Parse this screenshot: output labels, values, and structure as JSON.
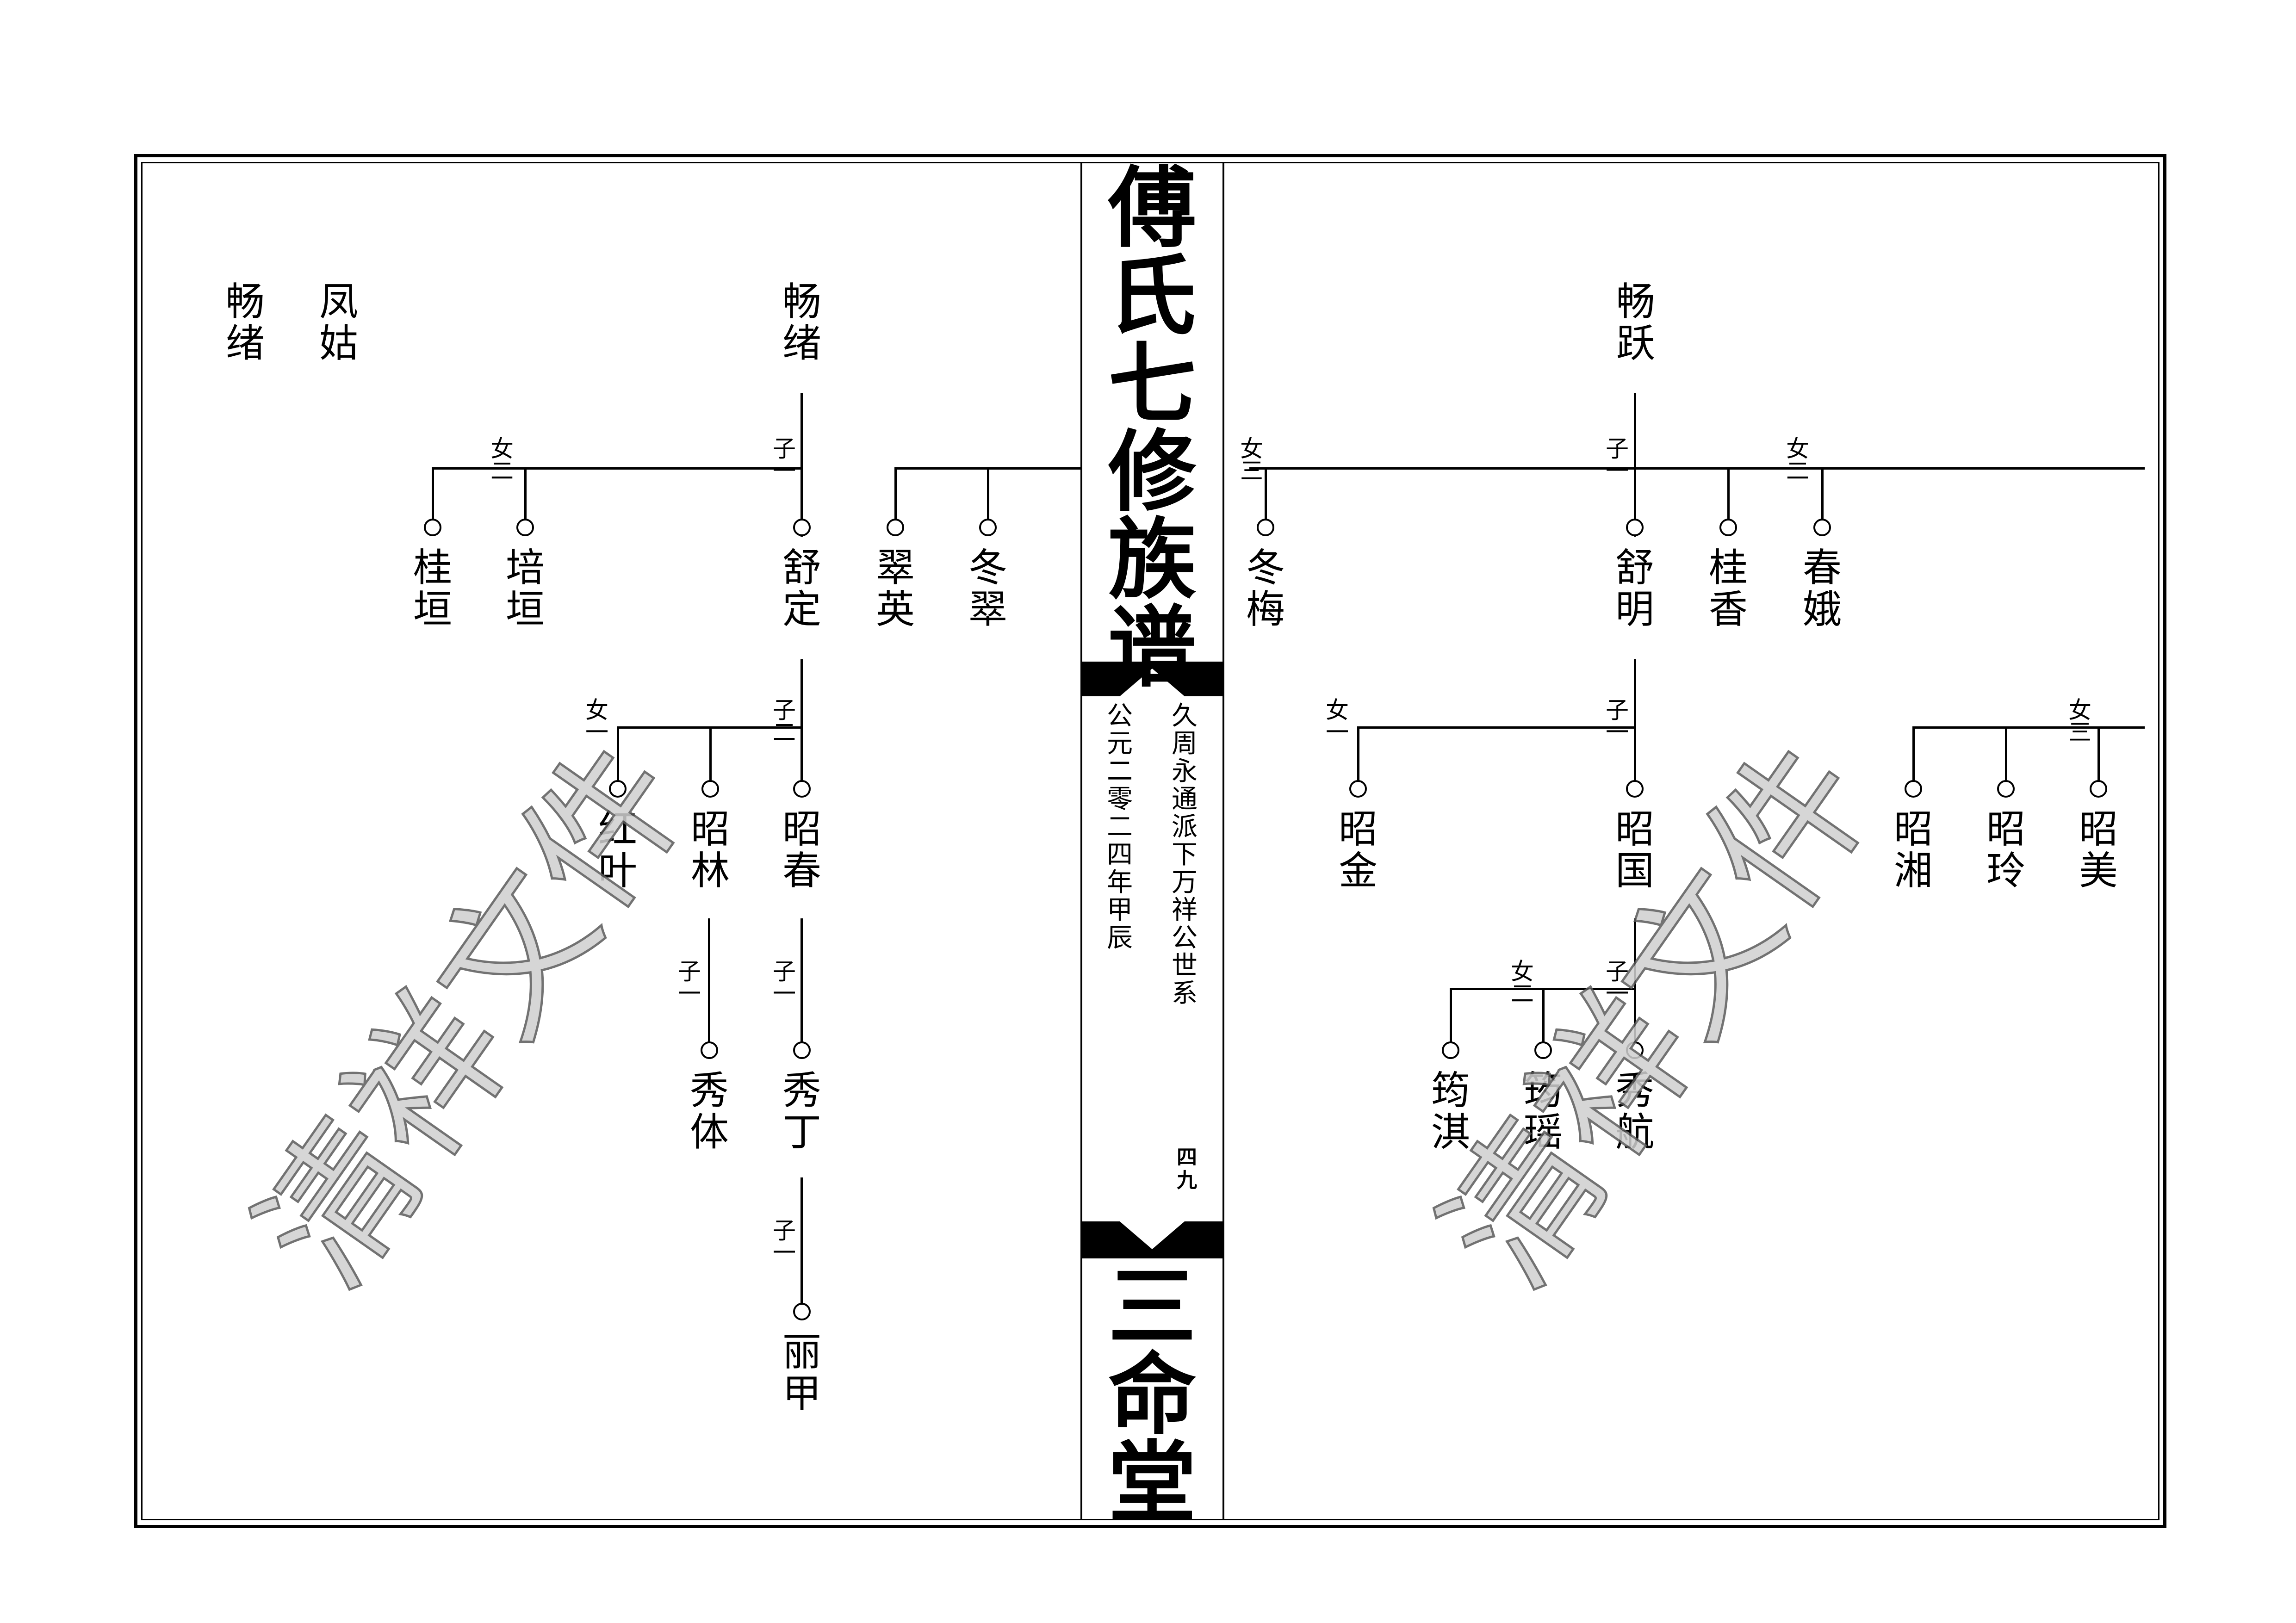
{
  "spine": {
    "title": "傅氏七修族谱",
    "subtitle_right": "久周永通派下万祥公世系",
    "subtitle_left": "公元二零二四年甲辰",
    "page_number": "四九",
    "hall_name": "三命堂"
  },
  "watermark": "清祥文件",
  "labels": {
    "zi_1": "子一",
    "zi_2": "子二",
    "nu_1": "女一",
    "nu_2": "女二",
    "nu_3": "女三"
  },
  "people": {
    "changxu_a": "畅绪",
    "fenggu": "凤姑",
    "changxu_b": "畅绪",
    "changyue": "畅跃",
    "guiyuan": "桂垣",
    "peiyuan": "培垣",
    "shuding": "舒定",
    "cuiying": "翠英",
    "dongcui": "冬翠",
    "dongmei": "冬梅",
    "shuming": "舒明",
    "guixiang": "桂香",
    "chune": "春娥",
    "hongye": "红叶",
    "zhaolin": "昭林",
    "zhaochun": "昭春",
    "zhaojin": "昭金",
    "zhaoguo": "昭国",
    "zhaoxiang": "昭湘",
    "zhaoling": "昭玲",
    "zhaomei": "昭美",
    "xiuti": "秀体",
    "xiuding": "秀丁",
    "lijia": "丽甲",
    "yunqi": "筠淇",
    "yunyao": "筠瑶",
    "xiuhang": "秀航"
  }
}
